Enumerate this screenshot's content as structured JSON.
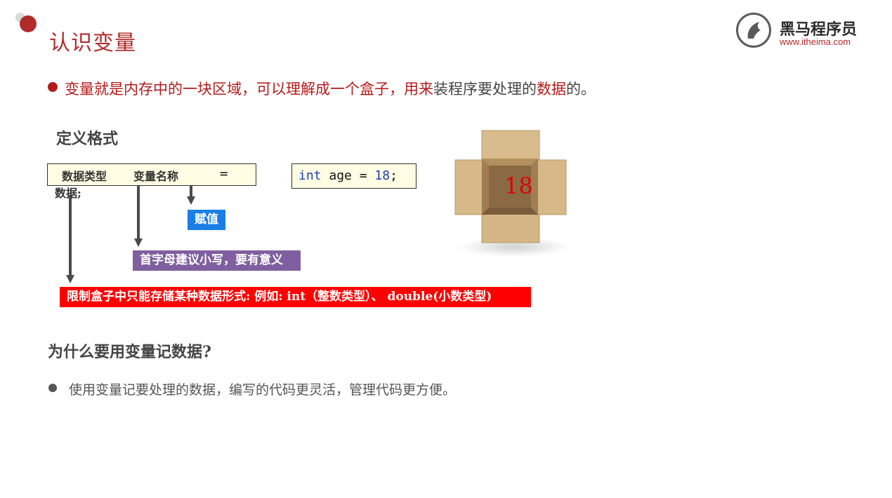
{
  "slide": {
    "title": "认识变量",
    "logo": {
      "name": "黑马程序员",
      "url": "www.itheima.com"
    },
    "intro": {
      "part1": "变量就是内存中的一块区域，可以理解成一个盒子，用来",
      "part2": "装",
      "part3": "程序要处理的",
      "part4": "数据",
      "part5": "的。"
    },
    "definition_heading": "定义格式",
    "format": {
      "type_label": "数据类型",
      "name_label": "变量名称",
      "equals": "=",
      "data_label": "数据;"
    },
    "code": {
      "keyword": "int",
      "rest": " age = ",
      "number": "18",
      "end": ";"
    },
    "box_value": "18",
    "annotations": {
      "assign": "赋值",
      "name_hint": "首字母建议小写，要有意义",
      "type_hint": "限制盒子中只能存储某种数据形式: 例如: int（整数类型）、 double(小数类型)"
    },
    "why_heading": "为什么要用变量记数据?",
    "why_point": "使用变量记要处理的数据，编写的代码更灵活，管理代码更方便。",
    "colors": {
      "accent": "#b22b2b",
      "blue_tag": "#1a7ee6",
      "purple_tag": "#7f5f9f",
      "red_tag": "#ff0000",
      "code_bg": "#fffde3"
    }
  }
}
